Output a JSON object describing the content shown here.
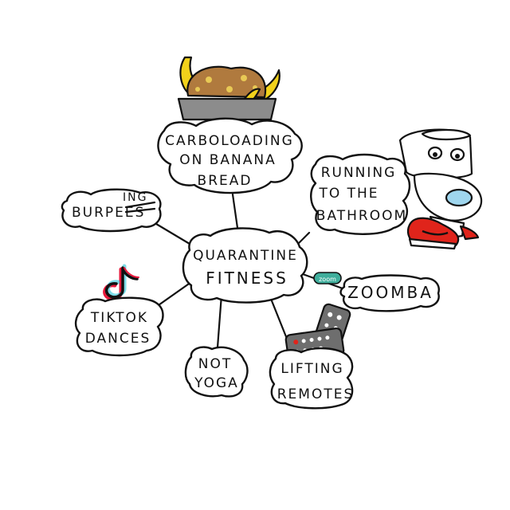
{
  "center": {
    "line1": "QUARANTINE",
    "line2": "FITNESS"
  },
  "nodes": {
    "carboloading": {
      "line1": "CARBOLOADING",
      "line2": "ON BANANA",
      "line3": "BREAD"
    },
    "running": {
      "line1": "RUNNING",
      "line2": "TO THE",
      "line3": "BATHROOM"
    },
    "burpees": {
      "word": "BURPEES",
      "struck": "ES",
      "replacement": "ING"
    },
    "zoomba": {
      "label": "ZOOMBA"
    },
    "tiktok": {
      "line1": "TIKTOK",
      "line2": "DANCES"
    },
    "not_yoga": {
      "line1": "NOT",
      "line2": "YOGA"
    },
    "lifting": {
      "line1": "LIFTING",
      "line2": "REMOTES"
    }
  },
  "icons": {
    "banana_bread": "banana-bread-icon",
    "toilet": "toilet-icon",
    "sneaker": "red-sneaker-icon",
    "zoom_logo": "zoom-logo-icon",
    "tiktok_logo": "tiktok-logo-icon",
    "remotes": "tv-remotes-icon"
  },
  "colors": {
    "ink": "#111111",
    "banana": "#f2d21b",
    "bread": "#b07a3e",
    "pan": "#8c8c8c",
    "sneaker": "#e0241b",
    "zoom": "#3fae9c",
    "tiktok_red": "#e8193c",
    "remote": "#6e6e6e"
  }
}
